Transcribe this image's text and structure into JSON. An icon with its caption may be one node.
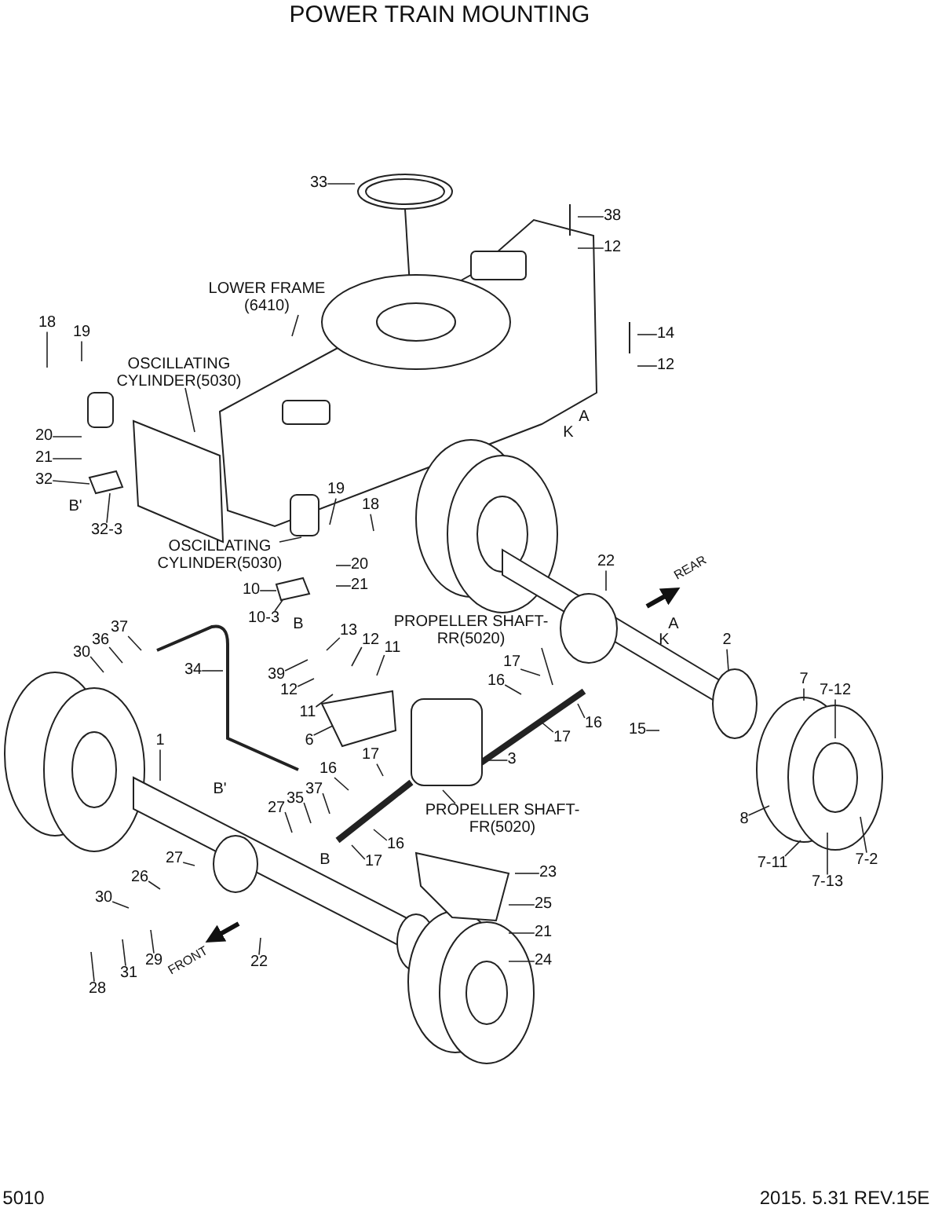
{
  "diagram": {
    "title": "POWER TRAIN MOUNTING",
    "nodes": [
      {
        "text": [
          "33"
        ]
      },
      {
        "text": [
          "LOWER FRAME (6410)"
        ]
      },
      {
        "text": [
          "38"
        ]
      },
      {
        "text": [
          "12"
        ]
      },
      {
        "text": [
          "14"
        ]
      },
      {
        "text": [
          "12"
        ]
      },
      {
        "text": [
          "18"
        ]
      },
      {
        "text": [
          "19"
        ]
      },
      {
        "text": [
          "OSCILLATING CYLINDER(5030)"
        ]
      },
      {
        "text": [
          "20"
        ]
      },
      {
        "text": [
          "21"
        ]
      },
      {
        "text": [
          "32"
        ]
      },
      {
        "text": [
          "32-3"
        ]
      },
      {
        "text": [
          "19"
        ]
      },
      {
        "text": [
          "18"
        ]
      },
      {
        "text": [
          "OSCILLATING CYLINDER(5030)"
        ]
      },
      {
        "text": [
          "20"
        ]
      },
      {
        "text": [
          "21"
        ]
      },
      {
        "text": [
          "10"
        ]
      },
      {
        "text": [
          "10-3"
        ]
      },
      {
        "text": [
          "22"
        ]
      },
      {
        "text": [
          "30"
        ]
      },
      {
        "text": [
          "36"
        ]
      },
      {
        "text": [
          "37"
        ]
      },
      {
        "text": [
          "34"
        ]
      },
      {
        "text": [
          "39"
        ]
      },
      {
        "text": [
          "13"
        ]
      },
      {
        "text": [
          "12"
        ]
      },
      {
        "text": [
          "11"
        ]
      },
      {
        "text": [
          "12"
        ]
      },
      {
        "text": [
          "11"
        ]
      },
      {
        "text": [
          "6"
        ]
      },
      {
        "text": [
          "16"
        ]
      },
      {
        "text": [
          "17"
        ]
      },
      {
        "text": [
          "16"
        ]
      },
      {
        "text": [
          "17"
        ]
      },
      {
        "text": [
          "2"
        ]
      },
      {
        "text": [
          "15"
        ]
      },
      {
        "text": [
          "3"
        ]
      },
      {
        "text": [
          "PROPELLER SHAFT-RR(5020)"
        ]
      },
      {
        "text": [
          "1"
        ]
      },
      {
        "text": [
          "16"
        ]
      },
      {
        "text": [
          "17"
        ]
      },
      {
        "text": [
          "37"
        ]
      },
      {
        "text": [
          "35"
        ]
      },
      {
        "text": [
          "27"
        ]
      },
      {
        "text": [
          "PROPELLER SHAFT-FR(5020)"
        ]
      },
      {
        "text": [
          "17"
        ]
      },
      {
        "text": [
          "16"
        ]
      },
      {
        "text": [
          "23"
        ]
      },
      {
        "text": [
          "25"
        ]
      },
      {
        "text": [
          "21"
        ]
      },
      {
        "text": [
          "24"
        ]
      },
      {
        "text": [
          "7"
        ]
      },
      {
        "text": [
          "7-12"
        ]
      },
      {
        "text": [
          "8"
        ]
      },
      {
        "text": [
          "7-11"
        ]
      },
      {
        "text": [
          "7-13"
        ]
      },
      {
        "text": [
          "7-2"
        ]
      },
      {
        "text": [
          "27"
        ]
      },
      {
        "text": [
          "26"
        ]
      },
      {
        "text": [
          "30"
        ]
      },
      {
        "text": [
          "28"
        ]
      },
      {
        "text": [
          "31"
        ]
      },
      {
        "text": [
          "29"
        ]
      },
      {
        "text": [
          "22"
        ]
      },
      {
        "text": [],
        "shape": "box"
      },
      {
        "text": [],
        "shape": "box"
      }
    ],
    "edges": [
      {
        "from": 0,
        "to": null,
        "arrow": "none"
      },
      {
        "from": 1,
        "to": null,
        "arrow": "none"
      },
      {
        "from": 2,
        "to": null,
        "arrow": "none"
      },
      {
        "from": 3,
        "to": null,
        "arrow": "none"
      },
      {
        "from": 4,
        "to": null,
        "arrow": "none"
      },
      {
        "from": 5,
        "to": null,
        "arrow": "none"
      },
      {
        "from": 6,
        "to": null,
        "arrow": "none"
      },
      {
        "from": 7,
        "to": null,
        "arrow": "none"
      },
      {
        "from": 8,
        "to": null,
        "arrow": "none"
      },
      {
        "from": 9,
        "to": null,
        "arrow": "none"
      },
      {
        "from": 10,
        "to": null,
        "arrow": "none"
      },
      {
        "from": 11,
        "to": 66,
        "arrow": "none"
      },
      {
        "from": 12,
        "to": 66,
        "arrow": "none"
      },
      {
        "from": 13,
        "to": null,
        "arrow": "none"
      },
      {
        "from": 14,
        "to": null,
        "arrow": "none"
      },
      {
        "from": 15,
        "to": null,
        "arrow": "none"
      },
      {
        "from": 16,
        "to": null,
        "arrow": "none"
      },
      {
        "from": 17,
        "to": null,
        "arrow": "none"
      },
      {
        "from": 18,
        "to": 67,
        "arrow": "none"
      },
      {
        "from": 19,
        "to": 67,
        "arrow": "none"
      },
      {
        "from": 20,
        "to": null,
        "arrow": "none"
      },
      {
        "from": 21,
        "to": null,
        "arrow": "none"
      },
      {
        "from": 22,
        "to": null,
        "arrow": "none"
      },
      {
        "from": 23,
        "to": null,
        "arrow": "none"
      },
      {
        "from": 24,
        "to": null,
        "arrow": "none"
      },
      {
        "from": 25,
        "to": null,
        "arrow": "none"
      },
      {
        "from": 26,
        "to": null,
        "arrow": "none"
      },
      {
        "from": 27,
        "to": null,
        "arrow": "none"
      },
      {
        "from": 28,
        "to": null,
        "arrow": "none"
      },
      {
        "from": 29,
        "to": null,
        "arrow": "none"
      },
      {
        "from": 30,
        "to": null,
        "arrow": "none"
      },
      {
        "from": 31,
        "to": null,
        "arrow": "none"
      },
      {
        "from": 32,
        "to": null,
        "arrow": "none"
      },
      {
        "from": 33,
        "to": null,
        "arrow": "none"
      },
      {
        "from": 34,
        "to": null,
        "arrow": "none"
      },
      {
        "from": 35,
        "to": null,
        "arrow": "none"
      },
      {
        "from": 36,
        "to": null,
        "arrow": "none"
      },
      {
        "from": 37,
        "to": null,
        "arrow": "none"
      },
      {
        "from": 38,
        "to": null,
        "arrow": "none"
      },
      {
        "from": 39,
        "to": null,
        "arrow": "none"
      },
      {
        "from": 40,
        "to": null,
        "arrow": "none"
      },
      {
        "from": 41,
        "to": null,
        "arrow": "none"
      },
      {
        "from": 42,
        "to": null,
        "arrow": "none"
      },
      {
        "from": 43,
        "to": null,
        "arrow": "none"
      },
      {
        "from": 44,
        "to": null,
        "arrow": "none"
      },
      {
        "from": 45,
        "to": null,
        "arrow": "none"
      },
      {
        "from": 46,
        "to": null,
        "arrow": "none"
      },
      {
        "from": 47,
        "to": null,
        "arrow": "none"
      },
      {
        "from": 48,
        "to": null,
        "arrow": "none"
      },
      {
        "from": 49,
        "to": null,
        "arrow": "none"
      },
      {
        "from": 50,
        "to": null,
        "arrow": "none"
      },
      {
        "from": 51,
        "to": null,
        "arrow": "none"
      },
      {
        "from": 52,
        "to": null,
        "arrow": "none"
      },
      {
        "from": 53,
        "to": null,
        "arrow": "none"
      },
      {
        "from": 54,
        "to": null,
        "arrow": "none"
      },
      {
        "from": 55,
        "to": null,
        "arrow": "none"
      },
      {
        "from": 56,
        "to": null,
        "arrow": "none"
      },
      {
        "from": 57,
        "to": null,
        "arrow": "none"
      },
      {
        "from": 58,
        "to": null,
        "arrow": "none"
      },
      {
        "from": 59,
        "to": null,
        "arrow": "none"
      },
      {
        "from": 60,
        "to": null,
        "arrow": "none"
      },
      {
        "from": 61,
        "to": null,
        "arrow": "none"
      },
      {
        "from": 62,
        "to": null,
        "arrow": "none"
      },
      {
        "from": 63,
        "to": null,
        "arrow": "none"
      },
      {
        "from": 64,
        "to": null,
        "arrow": "none"
      },
      {
        "from": 65,
        "to": null,
        "arrow": "none"
      }
    ],
    "labels": [
      "A",
      "K",
      "B'",
      "B",
      "REAR",
      "A",
      "K",
      "B'",
      "B",
      "FRONT",
      "5010",
      "2015. 5.31  REV.15E"
    ]
  }
}
